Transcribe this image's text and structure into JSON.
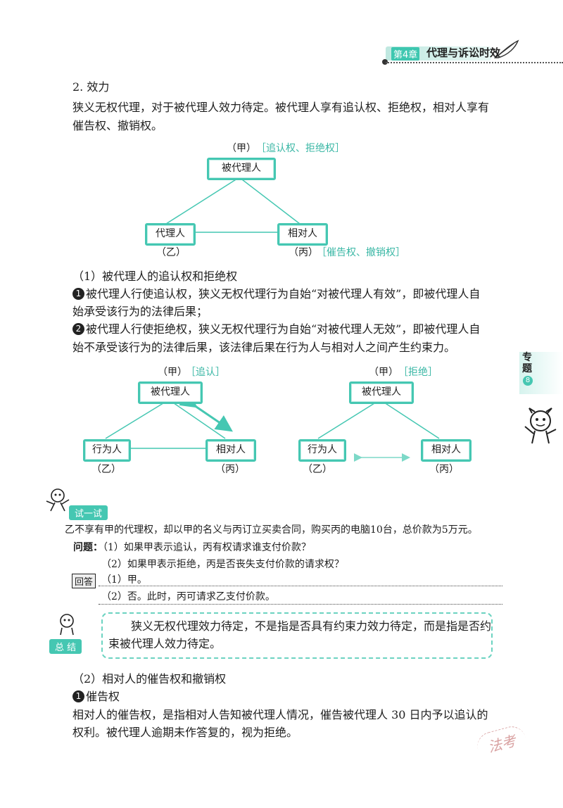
{
  "header": {
    "chapter": "第4章",
    "title": "代理与诉讼时效"
  },
  "section2": {
    "heading": "2. 效力",
    "para_l1": "狭义无权代理，对于被代理人效力待定。被代理人享有追认权、拒绝权，相对人享有",
    "para_l2": "催告权、撤销权。"
  },
  "diagram1": {
    "top_paren": "（甲）",
    "top_rights": "［追认权、拒绝权］",
    "principal": "被代理人",
    "agent": "代理人",
    "counterparty": "相对人",
    "agent_paren": "（乙）",
    "counter_paren": "（丙）",
    "counter_rights": "［催告权、撤销权］"
  },
  "sub1": {
    "heading": "（1）被代理人的追认权和拒绝权",
    "b1": "1",
    "p1_l1": "被代理人行使追认权，狭义无权代理行为自始“对被代理人有效”，即被代理人自",
    "p1_l2": "始承受该行为的法律后果；",
    "b2": "2",
    "p2_l1": "被代理人行使拒绝权，狭义无权代理行为自始“对被代理人无效”，即被代理人自",
    "p2_l2": "始不承受该行为的法律后果，该法律后果在行为人与相对人之间产生约束力。"
  },
  "diagram2": {
    "left": {
      "top_paren": "（甲）",
      "top_tag": "［追认］",
      "principal": "被代理人",
      "actor": "行为人",
      "counterparty": "相对人",
      "actor_paren": "（乙）",
      "counter_paren": "（丙）"
    },
    "right": {
      "top_paren": "（甲）",
      "top_tag": "［拒绝］",
      "principal": "被代理人",
      "actor": "行为人",
      "counterparty": "相对人",
      "actor_paren": "（乙）",
      "counter_paren": "（丙）"
    }
  },
  "sidebar": {
    "label": "专题",
    "number": "8"
  },
  "exercise": {
    "tag": "试一试",
    "case": "乙不享有甲的代理权，却以甲的名义与丙订立买卖合同，购买丙的电脑10台，总价款为5万元。",
    "q_label": "问题：",
    "q1": "（1）如果甲表示追认，丙有权请求谁支付价款？",
    "q2": "（2）如果甲表示拒绝，丙是否丧失支付价款的请求权？",
    "a_label": "回答",
    "a1": "（1）甲。",
    "a2": "（2）否。此时，丙可请求乙支付价款。"
  },
  "summary": {
    "tag": "总  结",
    "l1": "狭义无权代理效力待定，不是指是否具有约束力效力待定，而是指是否约",
    "l2": "束被代理人效力待定。"
  },
  "sub2": {
    "heading": "（2）相对人的催告权和撤销权",
    "b1": "1",
    "b1_title": "催告权",
    "p_l1": "相对人的催告权，是指相对人告知被代理人情况，催告被代理人 30 日内予以追认的",
    "p_l2": "权利。被代理人逾期未作答复的，视为拒绝。"
  },
  "stamp": "法考"
}
